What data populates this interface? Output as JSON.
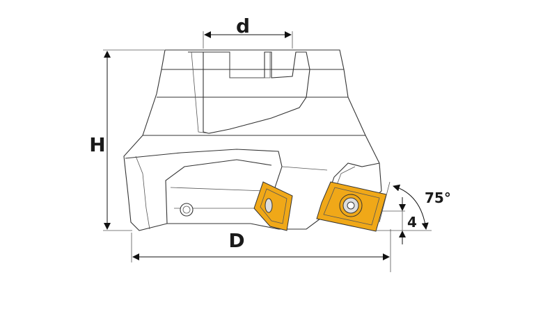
{
  "labels": {
    "bore_diameter": "d",
    "height": "H",
    "cutter_diameter": "D",
    "lead_angle": "75°",
    "depth_of_cut": "4"
  },
  "colors": {
    "insert": "#F0A818",
    "line": "#333333"
  }
}
